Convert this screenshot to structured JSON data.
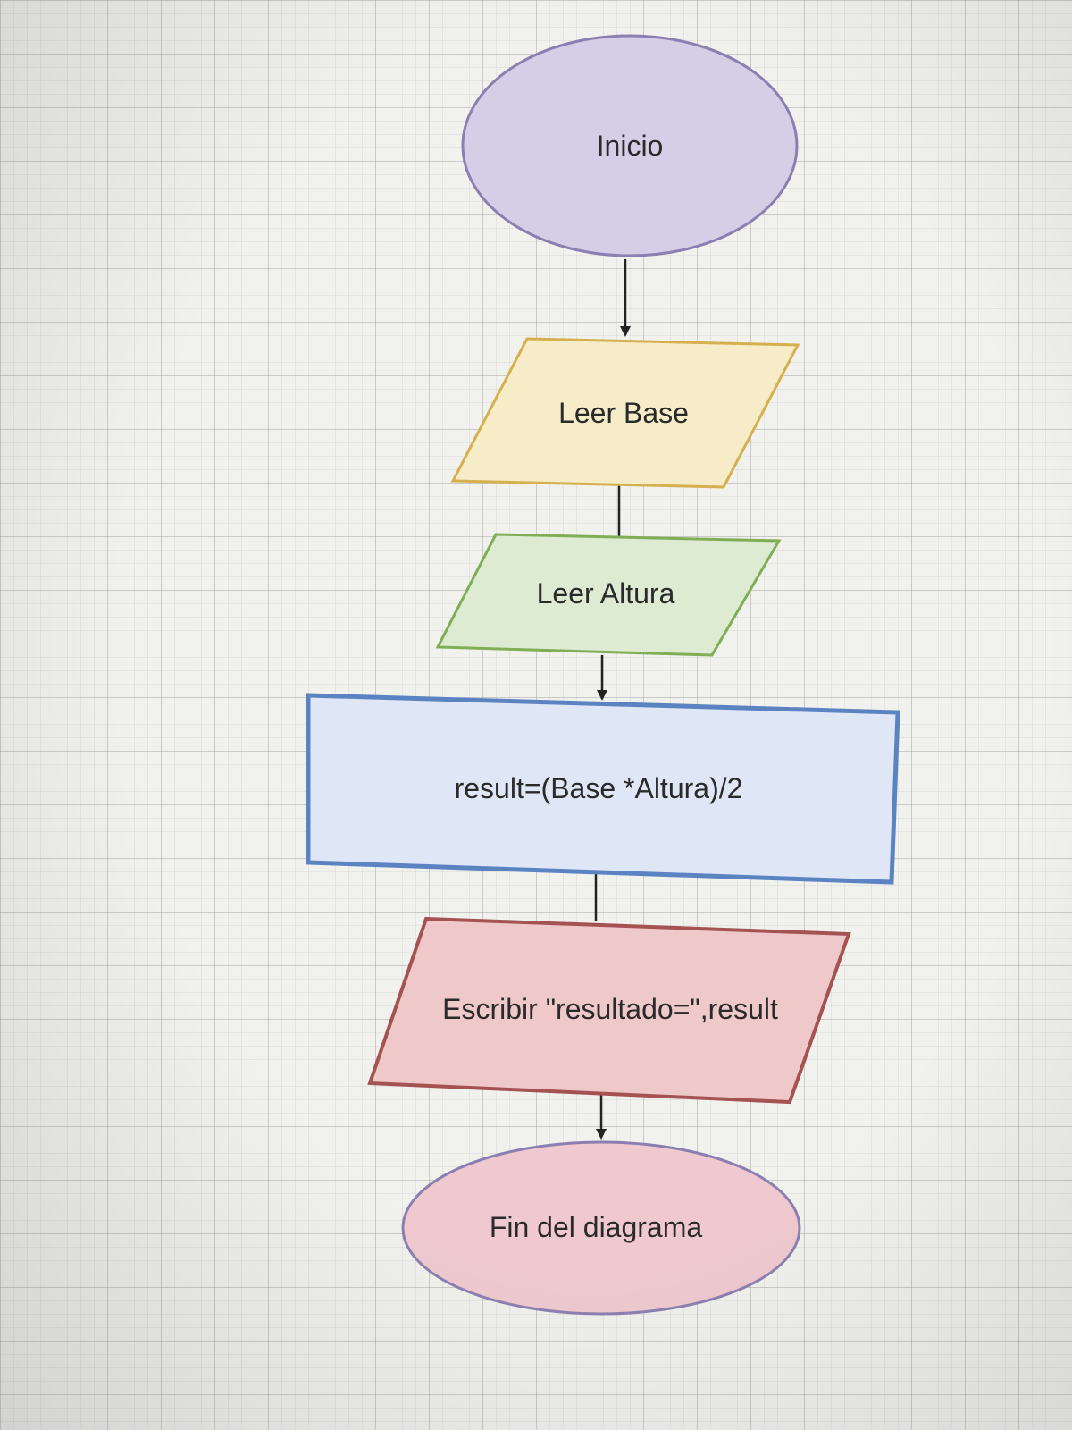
{
  "flowchart": {
    "start": {
      "label": "Inicio"
    },
    "read_base": {
      "label": "Leer Base"
    },
    "read_height": {
      "label": "Leer Altura"
    },
    "compute": {
      "label": "result=(Base *Altura)/2"
    },
    "write": {
      "label": "Escribir \"resultado=\",result"
    },
    "end": {
      "label": "Fin del diagrama"
    }
  },
  "colors": {
    "start_fill": "#d4cee6",
    "start_stroke": "#8a7fb0",
    "read_base_fill": "#f6ecc7",
    "read_base_stroke": "#d6b04e",
    "read_height_fill": "#dcebd2",
    "read_height_stroke": "#7fae55",
    "compute_fill": "#dfe6f6",
    "compute_stroke": "#5b83c1",
    "write_fill": "#efc9c9",
    "write_stroke": "#a45252",
    "end_fill": "#efc9cf",
    "end_stroke": "#8a7fb0",
    "connector": "#222222"
  }
}
